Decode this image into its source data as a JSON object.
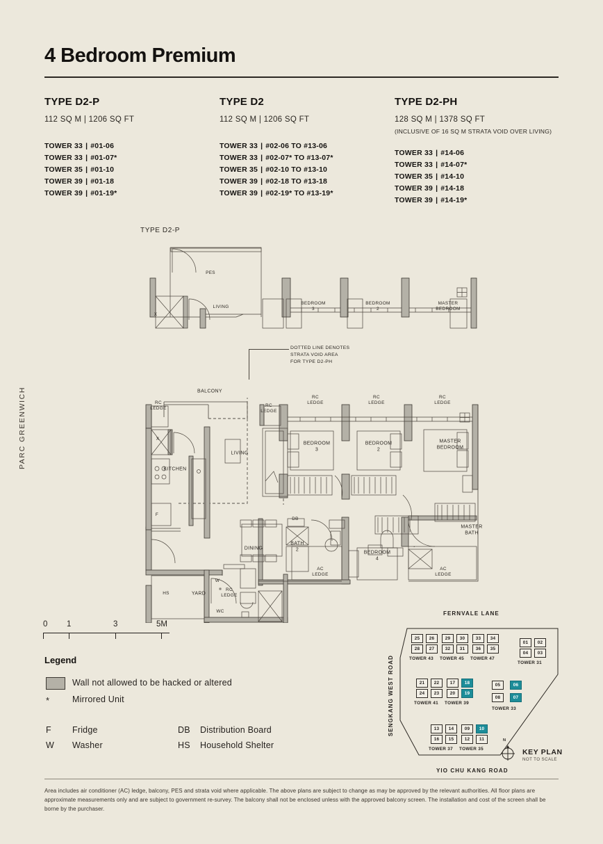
{
  "header": {
    "title": "4 Bedroom Premium",
    "side_label": "PARC GREENWICH"
  },
  "types": [
    {
      "name": "TYPE D2-P",
      "area": "112 SQ M | 1206 SQ FT",
      "note": "",
      "units": [
        {
          "tower": "TOWER 33",
          "unit": "#01-06"
        },
        {
          "tower": "TOWER 33",
          "unit": "#01-07*"
        },
        {
          "tower": "TOWER 35",
          "unit": "#01-10"
        },
        {
          "tower": "TOWER 39",
          "unit": "#01-18"
        },
        {
          "tower": "TOWER 39",
          "unit": "#01-19*"
        }
      ]
    },
    {
      "name": "TYPE D2",
      "area": "112 SQ M | 1206 SQ FT",
      "note": "",
      "units": [
        {
          "tower": "TOWER 33",
          "unit": "#02-06 TO #13-06"
        },
        {
          "tower": "TOWER 33",
          "unit": "#02-07* TO #13-07*"
        },
        {
          "tower": "TOWER 35",
          "unit": "#02-10 TO #13-10"
        },
        {
          "tower": "TOWER 39",
          "unit": "#02-18 TO #13-18"
        },
        {
          "tower": "TOWER 39",
          "unit": "#02-19* TO #13-19*"
        }
      ]
    },
    {
      "name": "TYPE D2-PH",
      "area": "128 SQ M | 1378 SQ FT",
      "note": "(INCLUSIVE OF 16 SQ M STRATA VOID OVER LIVING)",
      "units": [
        {
          "tower": "TOWER 33",
          "unit": "#14-06"
        },
        {
          "tower": "TOWER 33",
          "unit": "#14-07*"
        },
        {
          "tower": "TOWER 35",
          "unit": "#14-10"
        },
        {
          "tower": "TOWER 39",
          "unit": "#14-18"
        },
        {
          "tower": "TOWER 39",
          "unit": "#14-19*"
        }
      ]
    }
  ],
  "upper_plan": {
    "caption": "TYPE D2-P",
    "rooms": [
      "PES",
      "LIVING",
      "X",
      "BEDROOM 3",
      "BEDROOM 2",
      "MASTER BEDROOM"
    ]
  },
  "callout": {
    "line1": "DOTTED LINE DENOTES",
    "line2": "STRATA VOID AREA",
    "line3": "FOR TYPE D2-PH"
  },
  "main_plan": {
    "rooms": {
      "balcony": "BALCONY",
      "living": "LIVING",
      "kitchen": "KITCHEN",
      "dining": "DINING",
      "bedroom3": "BEDROOM\n3",
      "bedroom2": "BEDROOM\n2",
      "master_bedroom": "MASTER\nBEDROOM",
      "bedroom4": "BEDROOM\n4",
      "master_bath": "MASTER\nBATH",
      "bath2": "BATH\n2",
      "yard": "YARD",
      "hs": "HS",
      "wc": "WC",
      "db": "DB",
      "w": "W",
      "f": "F",
      "x": "X",
      "rc_ledge": "RC\nLEDGE",
      "ac_ledge": "AC\nLEDGE"
    }
  },
  "scale": {
    "ticks": [
      "0",
      "1",
      "3",
      "5M"
    ]
  },
  "legend": {
    "title": "Legend",
    "swatch_label": "Wall not allowed to be hacked or altered",
    "star_symbol": "*",
    "star_label": "Mirrored Unit",
    "abbreviations": [
      {
        "key": "F",
        "value": "Fridge"
      },
      {
        "key": "W",
        "value": "Washer"
      },
      {
        "key": "DB",
        "value": "Distribution Board"
      },
      {
        "key": "HS",
        "value": "Household Shelter"
      }
    ]
  },
  "key_plan": {
    "title": "KEY PLAN",
    "subtitle": "NOT TO SCALE",
    "north": "N",
    "roads": {
      "top": "FERNVALE LANE",
      "left": "SENGKANG WEST ROAD",
      "bottom": "YIO CHU KANG ROAD"
    },
    "towers": [
      {
        "name": "TOWER 43",
        "top": [
          "25",
          "26"
        ],
        "bottom": [
          "28",
          "27"
        ],
        "highlight": []
      },
      {
        "name": "TOWER 45",
        "top": [
          "29",
          "30"
        ],
        "bottom": [
          "32",
          "31"
        ],
        "highlight": []
      },
      {
        "name": "TOWER 47",
        "top": [
          "33",
          "34"
        ],
        "bottom": [
          "36",
          "35"
        ],
        "highlight": []
      },
      {
        "name": "TOWER 31",
        "top": [
          "01",
          "02"
        ],
        "bottom": [
          "04",
          "03"
        ],
        "highlight": []
      },
      {
        "name": "TOWER 41",
        "top": [
          "21",
          "22"
        ],
        "bottom": [
          "24",
          "23"
        ],
        "highlight": []
      },
      {
        "name": "TOWER 39",
        "top": [
          "17",
          "18"
        ],
        "bottom": [
          "20",
          "19"
        ],
        "highlight": [
          "18",
          "19"
        ]
      },
      {
        "name": "TOWER 33",
        "top": [
          "05",
          "06"
        ],
        "bottom": [
          "08",
          "07"
        ],
        "highlight": [
          "06",
          "07"
        ]
      },
      {
        "name": "TOWER 37",
        "top": [
          "13",
          "14"
        ],
        "bottom": [
          "16",
          "15"
        ],
        "highlight": []
      },
      {
        "name": "TOWER 35",
        "top": [
          "09",
          "10"
        ],
        "bottom": [
          "12",
          "11"
        ],
        "highlight": [
          "10"
        ]
      }
    ]
  },
  "footer": {
    "text": "Area includes air conditioner (AC) ledge, balcony, PES and strata void where applicable. The above plans are subject to change as may be approved by the relevant authorities. All floor plans are approximate measurements only and are subject to government re-survey. The balcony shall not be enclosed unless with the approved balcony screen. The installation and cost of the screen shall be borne by the purchaser."
  },
  "colors": {
    "background": "#ece8dc",
    "ink": "#231f1c",
    "wall_fill": "#b4b1a7",
    "highlight": "#1d8d99"
  }
}
